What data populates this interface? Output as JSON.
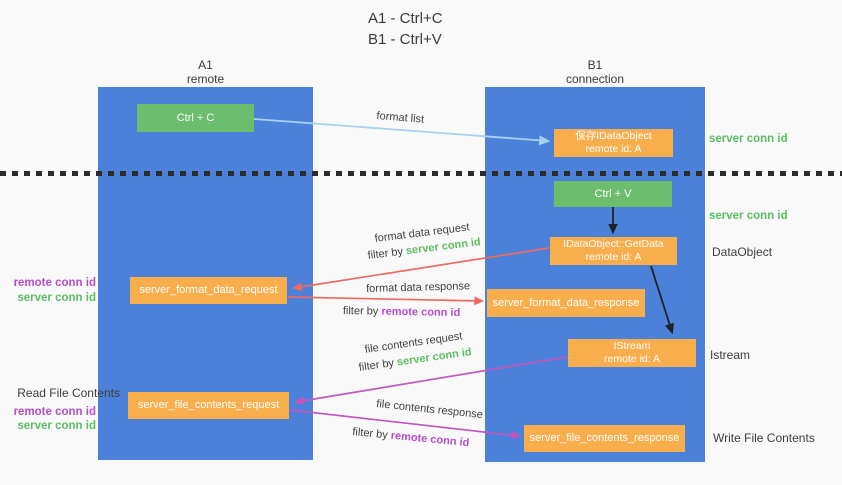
{
  "title": {
    "line1": "A1 - Ctrl+C",
    "line2": "B1 - Ctrl+V"
  },
  "columns": {
    "a1": {
      "name": "A1",
      "subtitle": "remote"
    },
    "b1": {
      "name": "B1",
      "subtitle": "connection"
    }
  },
  "nodes": {
    "ctrl_c": {
      "label": "Ctrl + C"
    },
    "save_idataobject": {
      "line1": "保存IDataObject",
      "line2": "remote id: A"
    },
    "ctrl_v": {
      "label": "Ctrl + V"
    },
    "getdata": {
      "line1": "IDataObject::GetData",
      "line2": "remote id: A"
    },
    "format_request": {
      "label": "server_format_data_request"
    },
    "format_response": {
      "label": "server_format_data_response"
    },
    "istream": {
      "line1": "IStream",
      "line2": "remote id: A"
    },
    "file_request": {
      "label": "server_file_contents_request"
    },
    "file_response": {
      "label": "server_file_contents_response"
    }
  },
  "edge_labels": {
    "format_list": "format list",
    "format_data_request": "format data request",
    "format_data_response": "format data response",
    "file_contents_request": "file contents request",
    "file_contents_response": "file contents response",
    "filter_by": "filter by",
    "server_conn_id": "server conn id",
    "remote_conn_id": "remote conn id"
  },
  "side_labels": {
    "server_conn_id": "server conn id",
    "remote_conn_id": "remote conn id",
    "dataobject": "DataObject",
    "istream": "Istream",
    "write_file_contents": "Write File Contents",
    "read_file_contents": "Read File Contents"
  },
  "colors": {
    "lane": "#4b81d8",
    "green_box": "#6cbd6e",
    "orange_box": "#f9ae4d",
    "green_text": "#5bbd62",
    "purple_text": "#b34ec9",
    "red_arrow": "#ed6a5e",
    "magenta_arrow": "#c156c1",
    "blue_arrow": "#a9d2ed",
    "black_arrow": "#212121"
  }
}
